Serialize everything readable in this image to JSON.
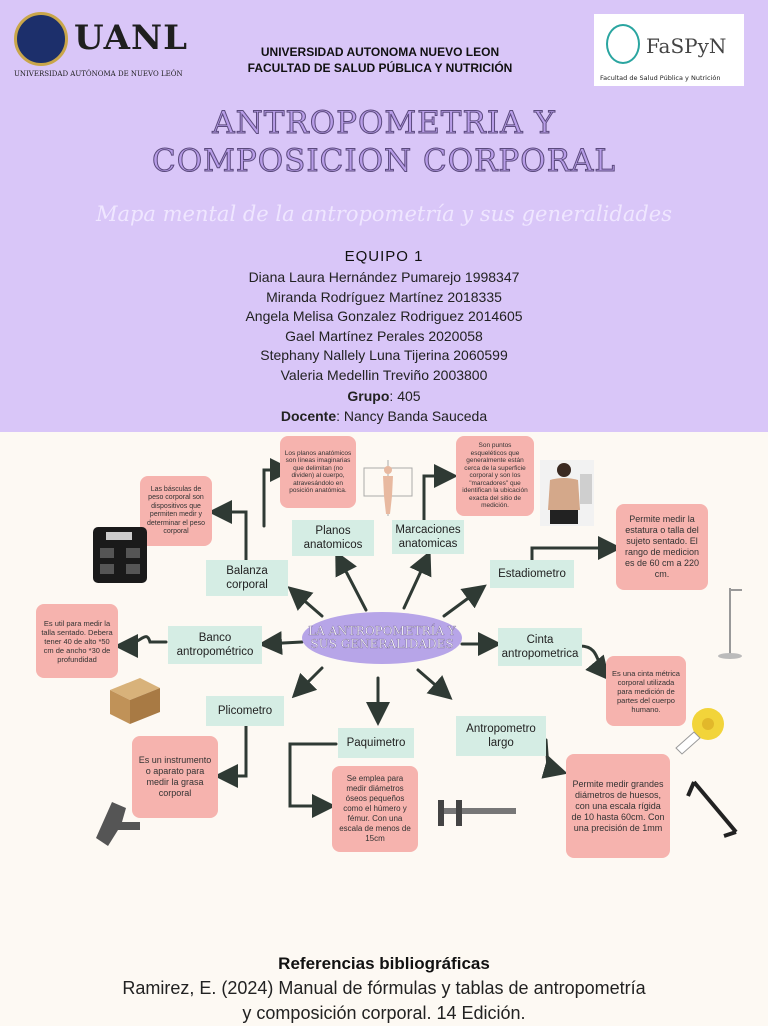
{
  "header": {
    "university_logo_text": "UANL",
    "university_logo_subtitle": "UNIVERSIDAD AUTÓNOMA DE NUEVO LEÓN",
    "institution_line1": "UNIVERSIDAD AUTONOMA NUEVO LEON",
    "institution_line2": "FACULTAD DE SALUD PÚBLICA Y NUTRICIÓN",
    "faculty_logo_text": "FaSPyN",
    "faculty_logo_subtitle": "Facultad de Salud Pública y Nutrición",
    "title": "ANTROPOMETRIA Y COMPOSICION CORPORAL",
    "subtitle": "Mapa mental de la antropometría y sus generalidades",
    "team_label": "EQUIPO 1",
    "members": [
      "Diana Laura Hernández Pumarejo 1998347",
      "Miranda Rodríguez Martínez 2018335",
      "Angela Melisa Gonzalez Rodriguez 2014605",
      "Gael Martínez Perales 2020058",
      "Stephany Nallely Luna Tijerina 2060599",
      "Valeria Medellin Treviño 2003800"
    ],
    "group_label": "Grupo",
    "group_value": ": 405",
    "teacher_label": "Docente",
    "teacher_value": ": Nancy Banda Sauceda"
  },
  "mindmap": {
    "center": "LA ANTROPOMETRÍA Y SUS GENERALIDADES",
    "nodes": {
      "planos": "Planos anatomicos",
      "marcaciones": "Marcaciones anatomicas",
      "balanza": "Balanza corporal",
      "estadiometro": "Estadiometro",
      "banco": "Banco antropométrico",
      "cinta": "Cinta antropometrica",
      "plicometro": "Plicometro",
      "paquimetro": "Paquimetro",
      "antropometro": "Antropometro largo"
    },
    "notes": {
      "planos": "Los planos anatómicos son líneas imaginarias que delimitan (no dividen) al cuerpo, atravesándolo en posición anatómica.",
      "marcaciones": "Son puntos esqueléticos que generalmente están cerca de la superficie corporal y son los \"marcadores\" que identifican la ubicación exacta del sitio de medición.",
      "balanza": "Las básculas de peso corporal son dispositivos que permiten medir y determinar el peso corporal",
      "estadiometro": "Permite medir la estatura o talla del sujeto sentado. El rango de medicion es de 60 cm a 220 cm.",
      "banco": "Es util para medir la talla sentado. Debera tener 40 de alto *50 cm de ancho *30 de profundidad",
      "cinta": "Es una cinta métrica corporal utilizada para medición de partes del cuerpo humano.",
      "plicometro": "Es un instrumento o aparato para medir la grasa corporal",
      "paquimetro": "Se emplea para medir diámetros óseos pequeños como el húmero y fémur. Con una escala de menos de 15cm",
      "antropometro": "Permite medir grandes diámetros de huesos, con una escala rígida de 10 hasta 60cm. Con una precisión de 1mm"
    },
    "colors": {
      "node": "#d5ede4",
      "note": "#f6b3ae",
      "center": "#b7a5e8",
      "arrow": "#2f3a34"
    }
  },
  "references": {
    "title": "Referencias bibliográficas",
    "text": "Ramirez, E. (2024) Manual de fórmulas y tablas de antropometría y composición corporal. 14 Edición."
  }
}
